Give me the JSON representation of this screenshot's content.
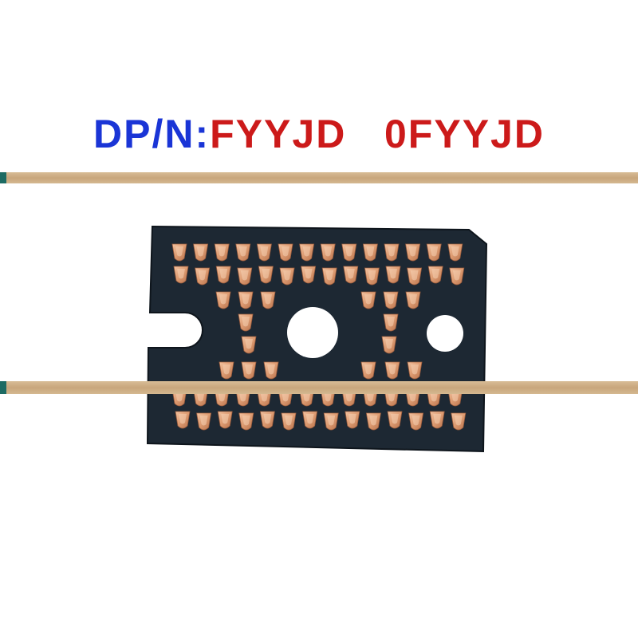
{
  "label": {
    "prefix": "DP/N:",
    "part1": "FYYJD",
    "part2": "0FYYJD"
  },
  "colors": {
    "prefix": "#1a35d6",
    "part": "#cc1a1a",
    "board": "#1d2833",
    "pad": "#e0a07a",
    "tape": "#c8a67c"
  },
  "image": {
    "subject": "flexible-circuit-board-photo"
  }
}
